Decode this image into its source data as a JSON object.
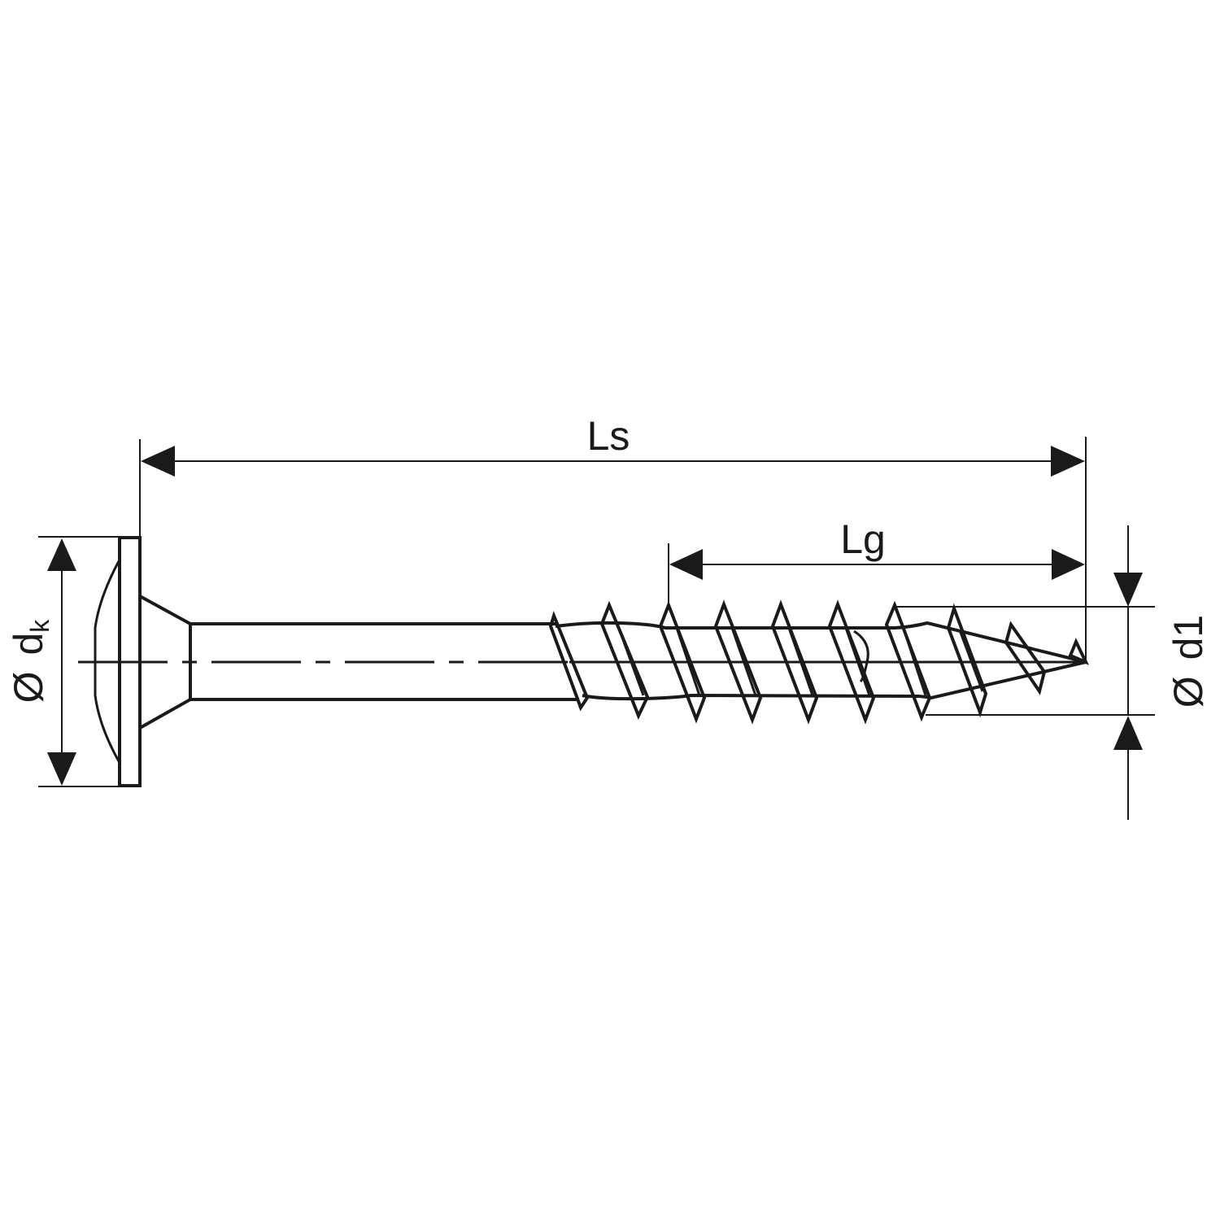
{
  "drawing": {
    "subject": "wood screw with washer head, partial thread",
    "line_color": "#1a1a1a",
    "background": "#ffffff"
  },
  "dimensions": {
    "total_length": {
      "label": "Ls"
    },
    "thread_length": {
      "label": "Lg"
    },
    "head_diameter": {
      "symbol": "Ø",
      "label": "d",
      "subscript": "k"
    },
    "thread_diameter": {
      "symbol": "Ø",
      "label": "d1"
    }
  }
}
